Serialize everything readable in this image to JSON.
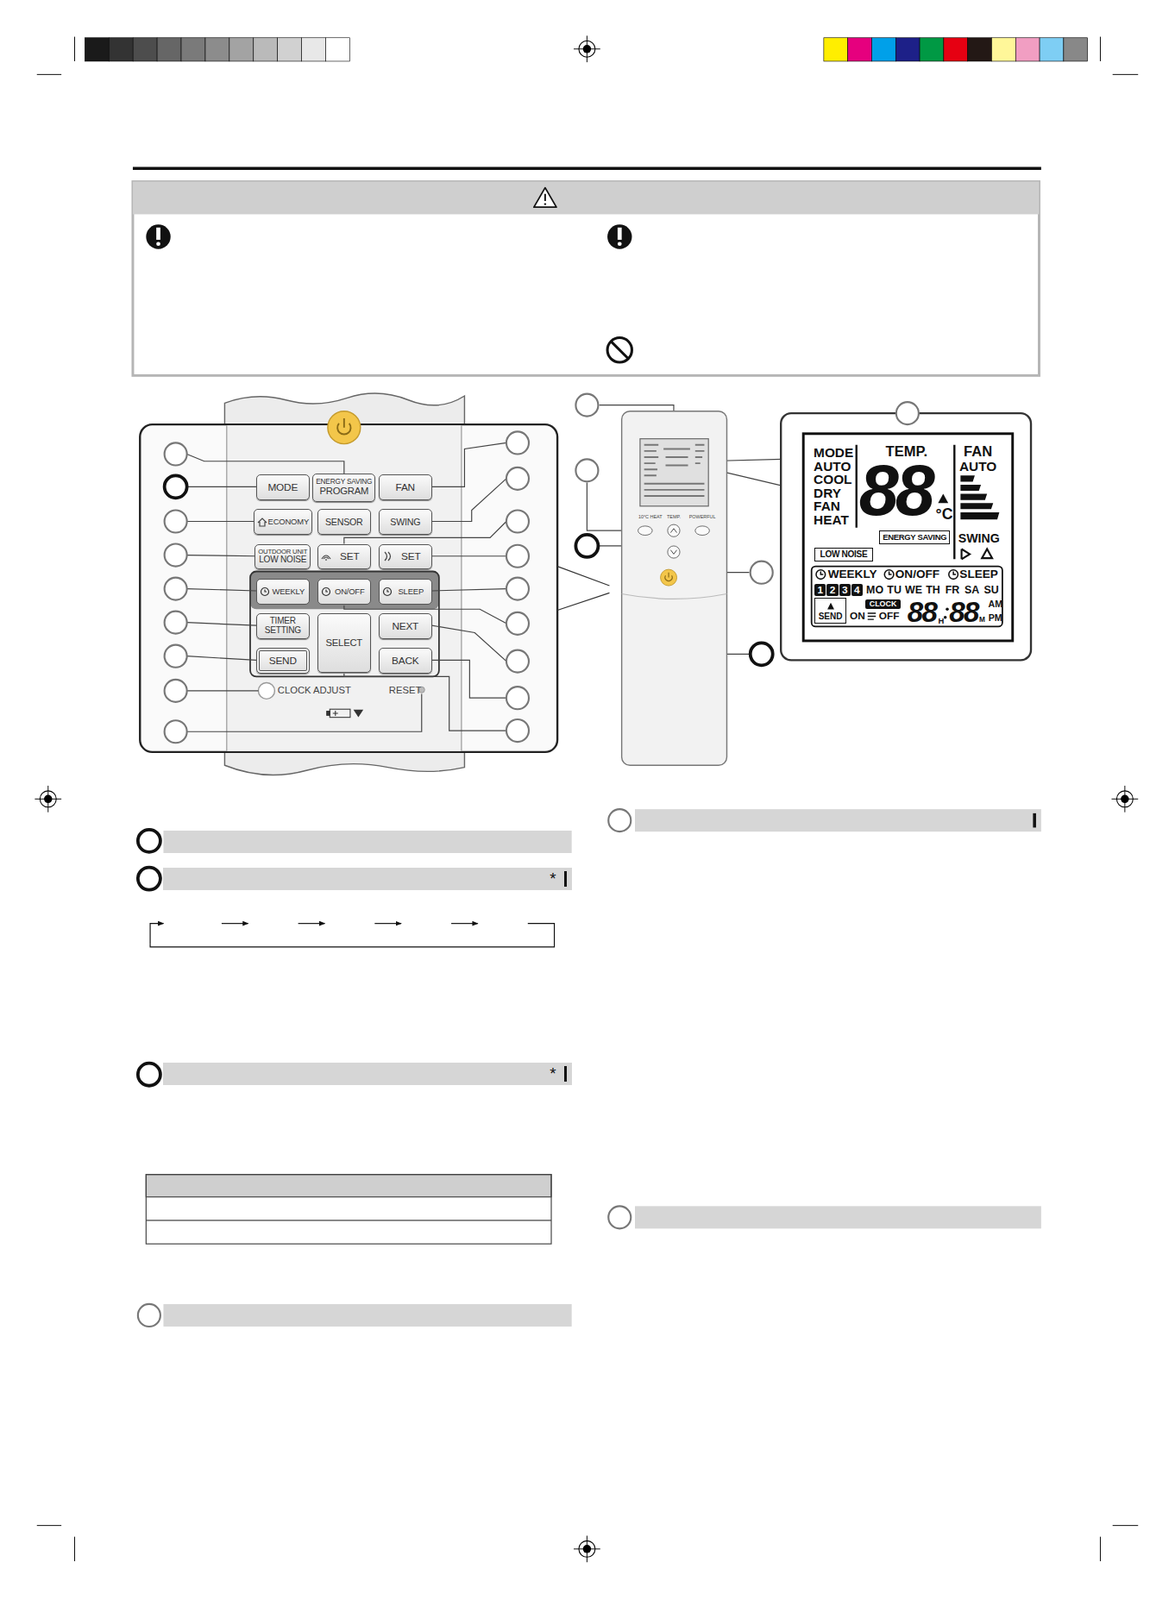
{
  "diagram": {
    "nodes": [
      {
        "text": [
          "MODE"
        ]
      },
      {
        "text": [
          "ENERGY SAVING",
          "PROGRAM"
        ]
      },
      {
        "text": [
          "FAN"
        ]
      },
      {
        "text": [
          "ECONOMY"
        ]
      },
      {
        "text": [
          "SENSOR"
        ]
      },
      {
        "text": [
          "SWING"
        ]
      },
      {
        "text": [
          "OUTDOOR UNIT",
          "LOW NOISE"
        ]
      },
      {
        "text": [
          "SET"
        ]
      },
      {
        "text": [
          "SET"
        ]
      },
      {
        "text": [
          "WEEKLY"
        ]
      },
      {
        "text": [
          "ON/OFF"
        ]
      },
      {
        "text": [
          "SLEEP"
        ]
      },
      {
        "text": [
          "TIMER SETTING"
        ]
      },
      {
        "text": [
          "SELECT"
        ]
      },
      {
        "text": [
          "NEXT"
        ]
      },
      {
        "text": [
          "SEND"
        ]
      },
      {
        "text": [
          "BACK"
        ]
      },
      {
        "text": [
          "ENERGY SAVING"
        ]
      },
      {
        "text": [
          "LOW NOISE"
        ]
      },
      {
        "text": [
          "1"
        ]
      },
      {
        "text": [
          "2"
        ]
      },
      {
        "text": [
          "3"
        ]
      },
      {
        "text": [
          "4"
        ]
      },
      {
        "text": [
          "SEND"
        ]
      },
      {
        "text": [
          "CLOCK"
        ]
      },
      {
        "text": [
          "*"
        ]
      },
      {
        "text": [
          "*"
        ]
      }
    ],
    "labels": [
      "CLOCK ADJUST",
      "RESET",
      "10°C HEAT",
      "TEMP.",
      "POWERFUL",
      "MODE",
      "AUTO",
      "COOL",
      "DRY",
      "FAN",
      "HEAT",
      "TEMP.",
      "88",
      "°C",
      "FAN",
      "AUTO",
      "SWING",
      "WEEKLY",
      "ON/OFF",
      "SLEEP",
      "MO",
      "TU",
      "WE",
      "TH",
      "FR",
      "SA",
      "SU",
      "ON",
      "OFF",
      "88",
      "H",
      "88",
      "AM",
      "M",
      "PM"
    ]
  }
}
